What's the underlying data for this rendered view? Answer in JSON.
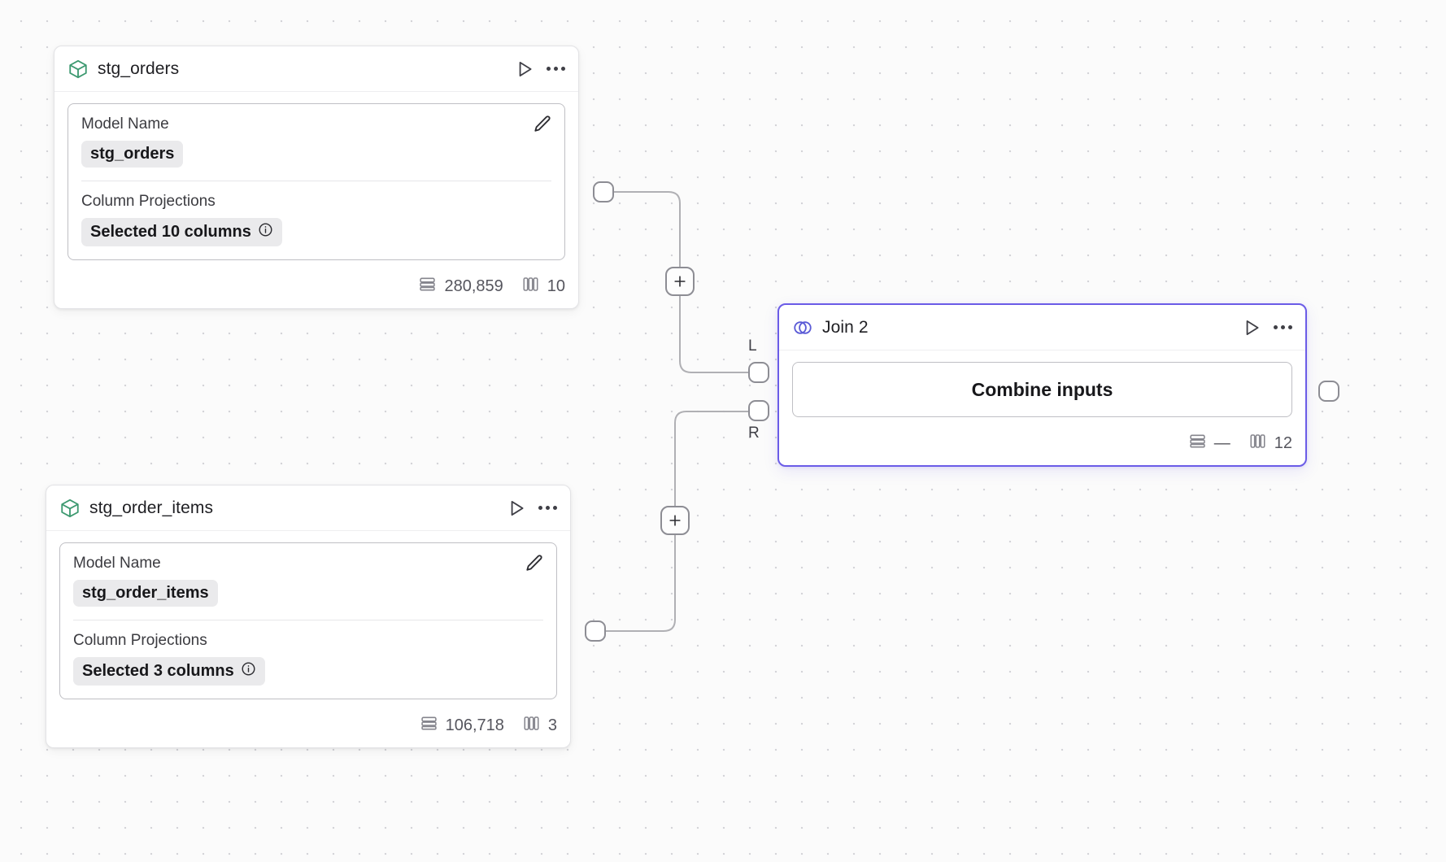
{
  "canvas": {
    "background": "#fbfbfb",
    "dot_color": "#d4d4d8",
    "accent": "#6b5ce7"
  },
  "nodes": [
    {
      "id": "stg_orders",
      "title": "stg_orders",
      "icon": "cube-icon",
      "icon_color": "#3d9970",
      "selected": false,
      "fields": {
        "model_name_label": "Model Name",
        "model_name_value": "stg_orders",
        "column_projections_label": "Column Projections",
        "column_projections_value": "Selected 10 columns"
      },
      "footer": {
        "rows": "280,859",
        "columns": "10"
      }
    },
    {
      "id": "stg_order_items",
      "title": "stg_order_items",
      "icon": "cube-icon",
      "icon_color": "#3d9970",
      "selected": false,
      "fields": {
        "model_name_label": "Model Name",
        "model_name_value": "stg_order_items",
        "column_projections_label": "Column Projections",
        "column_projections_value": "Selected 3 columns"
      },
      "footer": {
        "rows": "106,718",
        "columns": "3"
      }
    },
    {
      "id": "join_2",
      "title": "Join 2",
      "icon": "venn-join-icon",
      "icon_color": "#5b5bd6",
      "selected": true,
      "body_label": "Combine inputs",
      "input_handles": [
        {
          "label": "L"
        },
        {
          "label": "R"
        }
      ],
      "footer": {
        "rows": "—",
        "columns": "12"
      }
    }
  ],
  "edge_buttons": [
    {
      "label": "+",
      "name": "add-node-on-edge-top"
    },
    {
      "label": "+",
      "name": "add-node-on-edge-bottom"
    }
  ],
  "icons": {
    "run": "play-icon",
    "more": "more-options-icon",
    "edit": "pencil-icon",
    "info": "info-icon",
    "rows": "rows-icon",
    "columns": "columns-icon"
  }
}
